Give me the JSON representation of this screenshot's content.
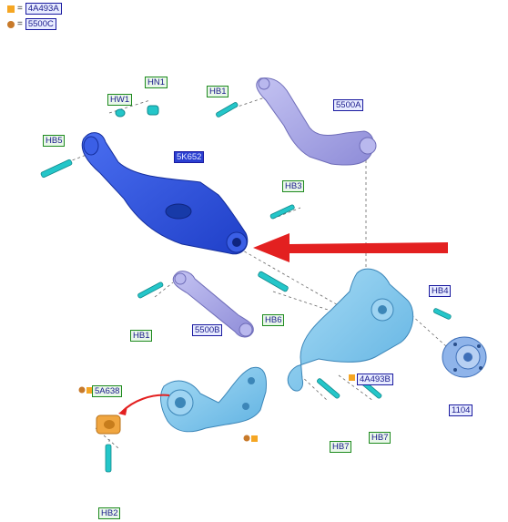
{
  "legend": [
    {
      "symbol": "square",
      "color": "#f5a623",
      "code": "4A493A"
    },
    {
      "symbol": "dot",
      "color": "#c87a2a",
      "code": "5500C"
    }
  ],
  "labels": {
    "hn1": "HN1",
    "hw1": "HW1",
    "hb1_top": "HB1",
    "hb5": "HB5",
    "a5500": "5500A",
    "k5652": "5K652",
    "hb3": "HB3",
    "hb6": "HB6",
    "hb1_low": "HB1",
    "b5500": "5500B",
    "hb4": "HB4",
    "a4493b": "4A493B",
    "n1104": "1104",
    "a5638": "5A638",
    "hb7a": "HB7",
    "hb7b": "HB7",
    "hb2": "HB2"
  },
  "colors": {
    "arm_blue": "#2f55e0",
    "link_lavender": "#a9a8e6",
    "knuckle_cyan": "#7fc6ec",
    "bolt_cyan": "#24c6c9",
    "arrow_red": "#e32020",
    "bushing_orange": "#f0a640",
    "marker_orange": "#f5a623"
  },
  "icons": [
    "bolt-icon",
    "washer-icon",
    "nut-icon",
    "callout-arrow-icon"
  ]
}
